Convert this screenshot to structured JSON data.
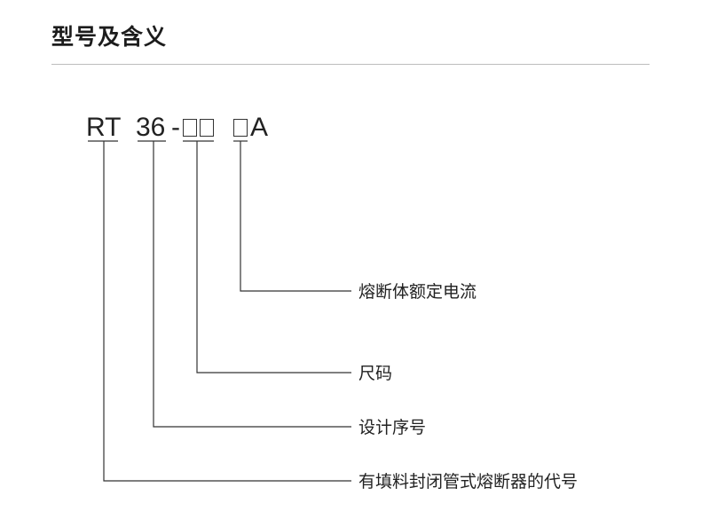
{
  "title": "型号及含义",
  "model_code": {
    "series": "RT",
    "design_number": "36",
    "separator": "-",
    "size_placeholder": "□□",
    "current_placeholder": "□",
    "current_unit": "A"
  },
  "descriptions": {
    "rated_current": "熔断体额定电流",
    "size": "尺码",
    "design_number": "设计序号",
    "series": "有填料封闭管式熔断器的代号"
  }
}
